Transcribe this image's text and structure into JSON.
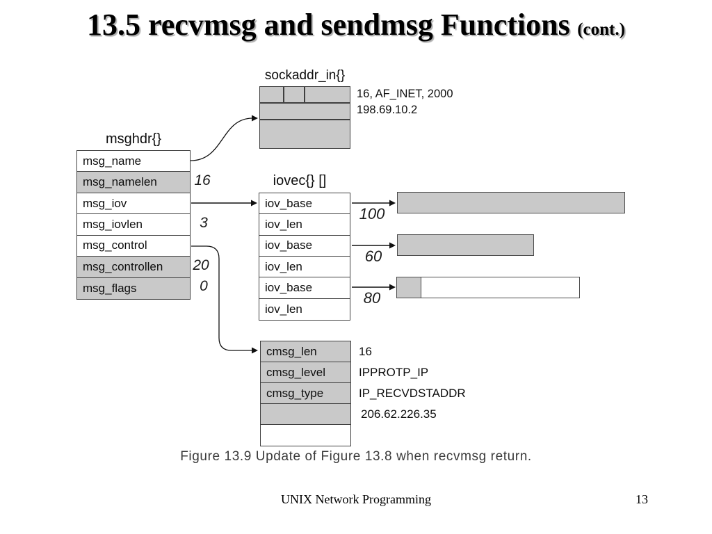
{
  "slide": {
    "title": "13.5 recvmsg and sendmsg Functions",
    "title_suffix": "(cont.)",
    "caption": "Figure 13.9 Update of Figure 13.8 when recvmsg return.",
    "footer_text": "UNIX Network Programming",
    "page_number": "13"
  },
  "msghdr": {
    "label": "msghdr{}",
    "rows": [
      {
        "name": "msg_name",
        "value": ""
      },
      {
        "name": "msg_namelen",
        "value": "16"
      },
      {
        "name": "msg_iov",
        "value": ""
      },
      {
        "name": "msg_iovlen",
        "value": "3"
      },
      {
        "name": "msg_control",
        "value": ""
      },
      {
        "name": "msg_controllen",
        "value": "20"
      },
      {
        "name": "msg_flags",
        "value": "0"
      }
    ]
  },
  "sockaddr": {
    "label": "sockaddr_in{}",
    "line1": "16, AF_INET, 2000",
    "line2": "198.69.10.2"
  },
  "iovec": {
    "label": "iovec{} []",
    "rows": [
      "iov_base",
      "iov_len",
      "iov_base",
      "iov_len",
      "iov_base",
      "iov_len"
    ],
    "lengths": [
      "100",
      "60",
      "80"
    ]
  },
  "cmsg": {
    "rows": [
      "cmsg_len",
      "cmsg_level",
      "cmsg_type",
      "",
      ""
    ],
    "values": [
      "16",
      "IPPROTP_IP",
      "IP_RECVDSTADDR",
      "206.62.226.35"
    ]
  },
  "colors": {
    "shaded_fill": "#c9c9c9",
    "border": "#3f3f3f",
    "line": "#101010",
    "title_shadow": "#aeaeae"
  }
}
